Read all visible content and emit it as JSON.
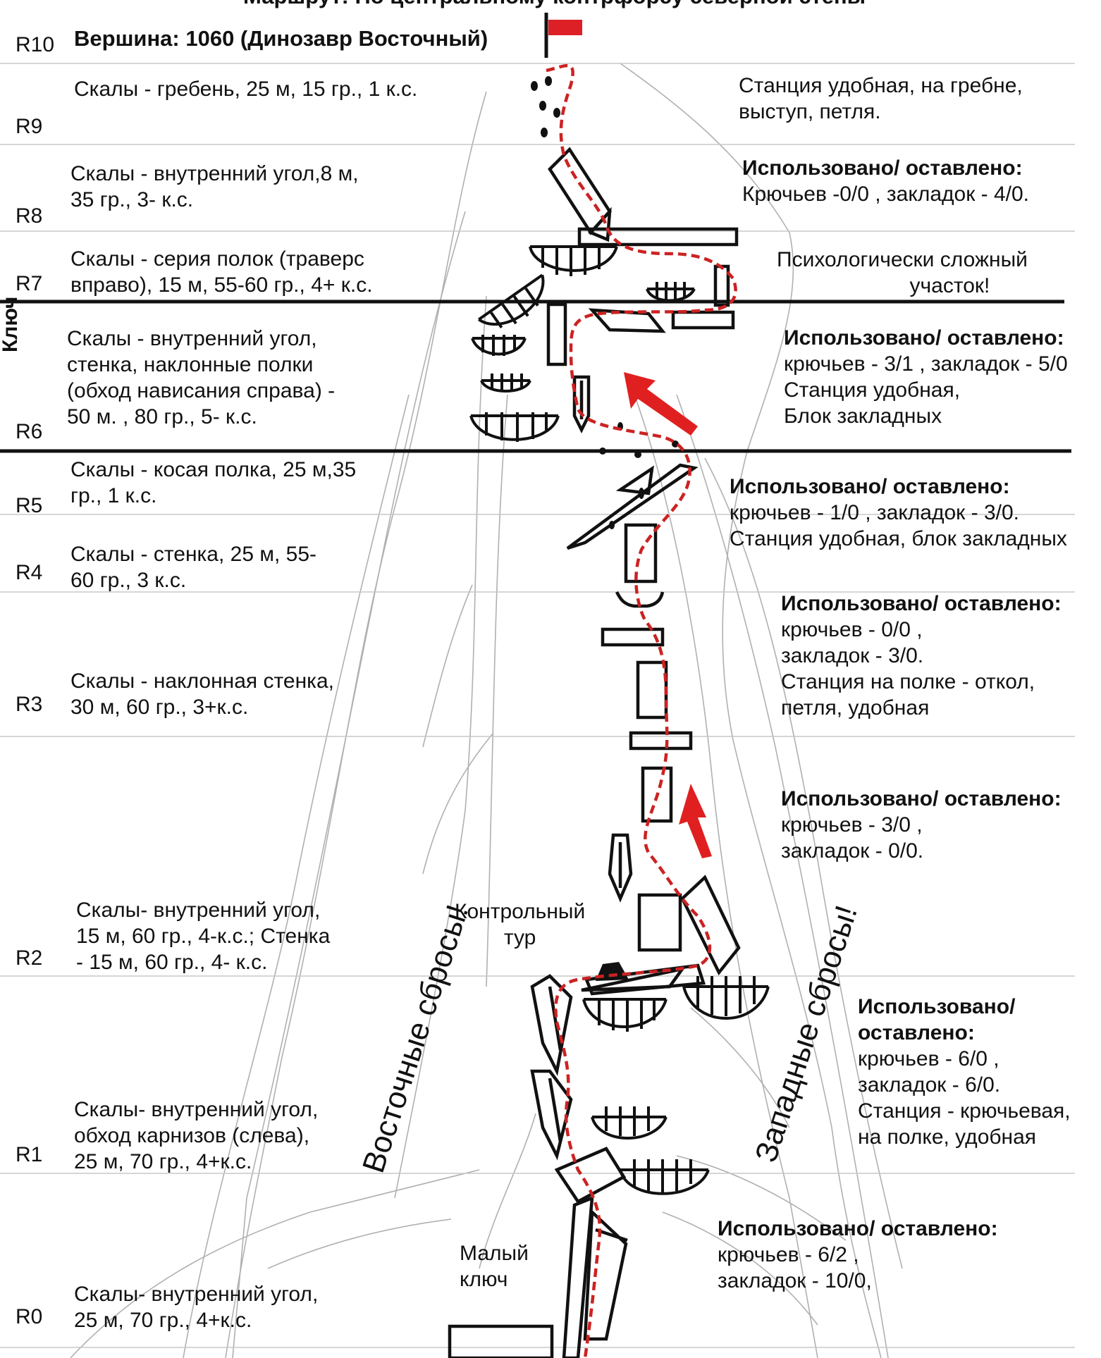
{
  "header_cut": "Маршрут: По центральному контрфорсу северной стены",
  "summit": "Вершина: 1060 (Динозавр Восточный)",
  "key_label": "Ключ",
  "row_labels": [
    "R10",
    "R9",
    "R8",
    "R7",
    "R6",
    "R5",
    "R4",
    "R3",
    "R2",
    "R1",
    "R0"
  ],
  "left_notes": {
    "r9": [
      "Скалы - гребень, 25 м, 15 гр., 1 к.с."
    ],
    "r8": [
      "Скалы - внутренний угол,8 м,",
      "35 гр., 3- к.с."
    ],
    "r7": [
      "Скалы -  серия полок (траверс",
      "вправо), 15 м, 55-60 гр., 4+ к.с."
    ],
    "r6": [
      "Скалы - внутренний угол,",
      "стенка, наклонные полки",
      "(обход нависания справа) -",
      "50 м. , 80 гр., 5- к.с."
    ],
    "r5": [
      "Скалы - косая полка, 25 м,35",
      "гр., 1 к.с."
    ],
    "r4": [
      "Скалы -  стенка, 25 м, 55-",
      "60 гр., 3 к.с."
    ],
    "r3": [
      "Скалы - наклонная стенка,",
      "30 м, 60 гр., 3+к.с."
    ],
    "r2": [
      "Скалы- внутренний угол,",
      "15 м, 60 гр., 4-к.с.; Стенка",
      "- 15 м, 60 гр., 4- к.с."
    ],
    "r1": [
      "Скалы- внутренний угол,",
      "обход карнизов (слева),",
      "25 м, 70 гр., 4+к.с."
    ],
    "r0": [
      "Скалы- внутренний угол,",
      "25 м, 70 гр., 4+к.с."
    ]
  },
  "right_notes": {
    "r9": [
      "Станция удобная, на гребне,",
      "выступ, петля."
    ],
    "r8": [
      "Использовано/ оставлено:",
      "Крючьев -0/0 , закладок - 4/0."
    ],
    "r7": [
      "Психологически сложный",
      "участок!"
    ],
    "r6": [
      "Использовано/ оставлено:",
      "крючьев - 3/1 , закладок - 5/0",
      "Станция удобная,",
      "Блок закладных"
    ],
    "r5": [
      "Использовано/ оставлено:",
      "крючьев - 1/0 , закладок - 3/0.",
      "Станция удобная, блок закладных"
    ],
    "r4": [
      "Использовано/ оставлено:",
      "крючьев - 0/0 ,",
      "закладок - 3/0.",
      "Станция на полке - откол,",
      " петля, удобная"
    ],
    "r3": [
      "Использовано/ оставлено:",
      "крючьев - 3/0 ,",
      "закладок - 0/0."
    ],
    "r2": [
      "Использовано/",
      "оставлено:",
      "крючьев - 6/0 ,",
      "закладок - 6/0.",
      "Станция - крючьевая,",
      "на полке, удобная"
    ],
    "r1": [
      "Использовано/ оставлено:",
      "крючьев - 6/2 ,",
      "закладок - 10/0,"
    ]
  },
  "middle_labels": {
    "control_tur": [
      "Контрольный",
      "тур"
    ],
    "small_key": [
      "Малый",
      "ключ"
    ]
  },
  "rotated_labels": {
    "east": "Восточные сбросы!",
    "west": "Западные сбросы!"
  },
  "colors": {
    "route": "#cc2222",
    "flag": "#dd1f26",
    "arrow": "#e02020",
    "lines": "#222222",
    "faint": "#b8b8b8"
  }
}
